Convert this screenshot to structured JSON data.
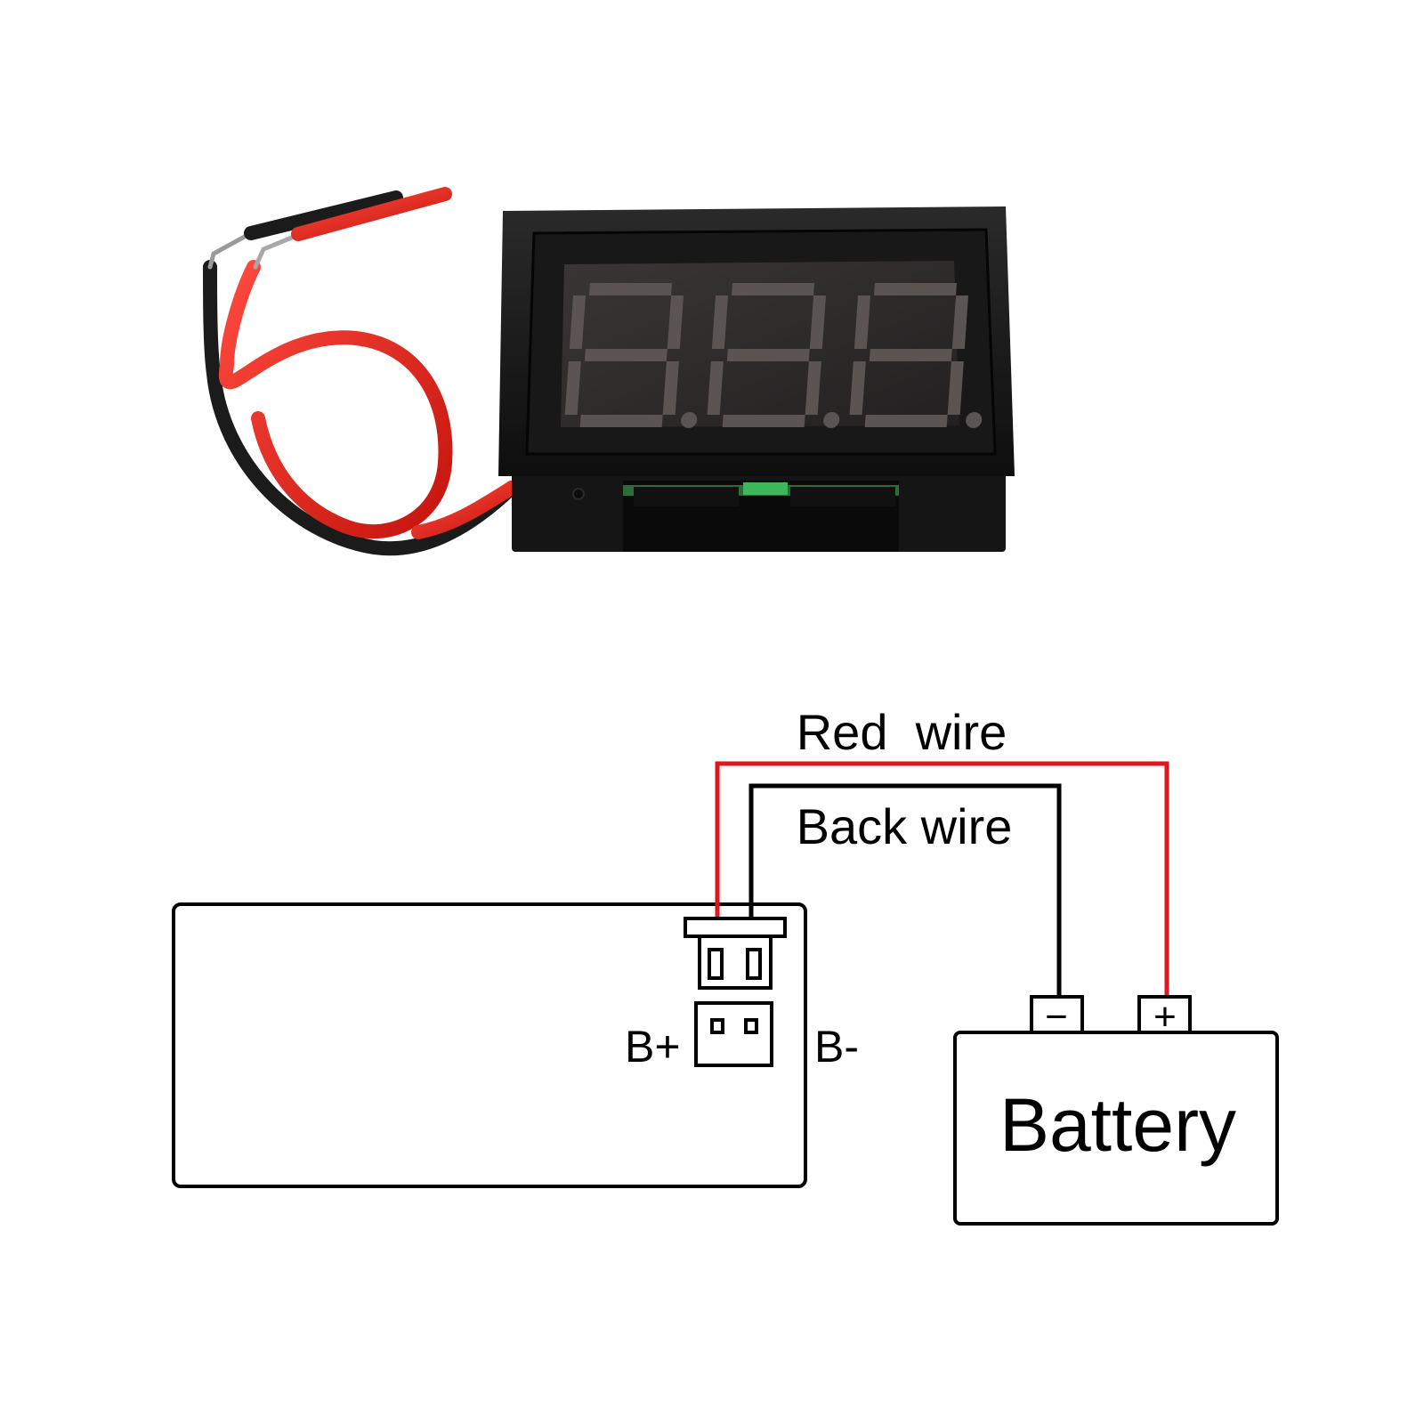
{
  "product": {
    "display": {
      "digits": [
        "8",
        "8",
        "8"
      ],
      "state": "off"
    },
    "wire_colors": {
      "red": "#e3271f",
      "black": "#1b1b1b"
    }
  },
  "diagram": {
    "red_wire_label": "Red  wire",
    "black_wire_label": "Back wire",
    "terminal_positive_label": "B+",
    "terminal_negative_label": "B-",
    "battery_label": "Battery",
    "battery_negative_symbol": "−",
    "battery_positive_symbol": "+",
    "colors": {
      "red_wire": "#e0161e",
      "black_wire": "#000000"
    }
  }
}
